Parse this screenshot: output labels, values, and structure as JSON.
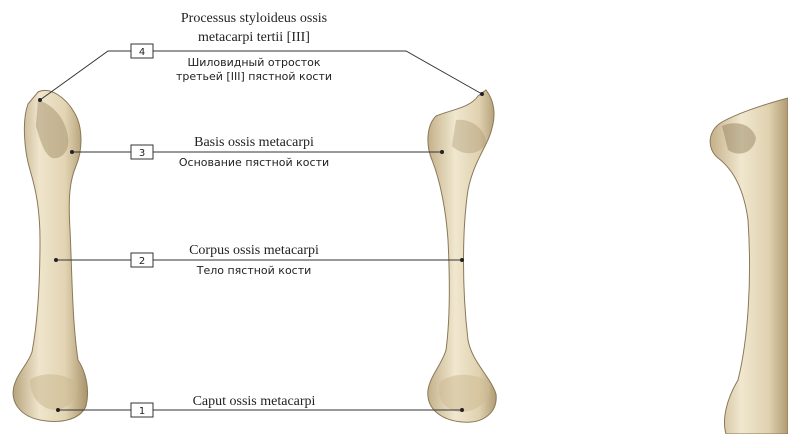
{
  "labels": [
    {
      "number": "4",
      "latin_1": "Processus styloideus ossis",
      "latin_2": "metacarpi tertii [III]",
      "russian_1": "Шиловидный отросток",
      "russian_2": "третьей [III] пястной кости"
    },
    {
      "number": "3",
      "latin": "Basis ossis metacarpi",
      "russian": "Основание пястной кости"
    },
    {
      "number": "2",
      "latin": "Corpus ossis metacarpi",
      "russian": "Тело пястной кости"
    },
    {
      "number": "1",
      "latin": "Caput ossis metacarpi"
    }
  ],
  "colors": {
    "bone_fill": "#e8dcc0",
    "bone_shadow": "#b8a47c",
    "bone_dark": "#7a6a4c",
    "leader_line": "#333333"
  }
}
